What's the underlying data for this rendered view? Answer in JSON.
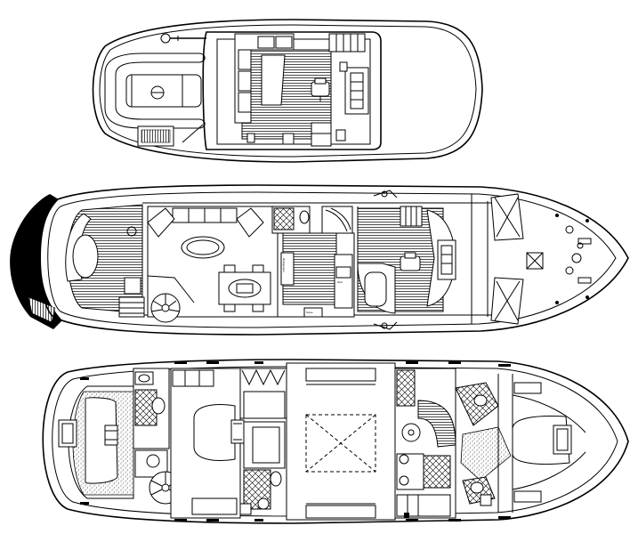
{
  "views": [
    {
      "key": "flybridge"
    },
    {
      "key": "main_deck"
    },
    {
      "key": "lower_deck"
    }
  ],
  "labels": {
    "galley_appliance": "Refrigerator",
    "galley_sink": "Sink",
    "galley_stove": "Stove"
  },
  "colors": {
    "line": "#000000",
    "background": "#ffffff",
    "hatch": "#000000"
  }
}
